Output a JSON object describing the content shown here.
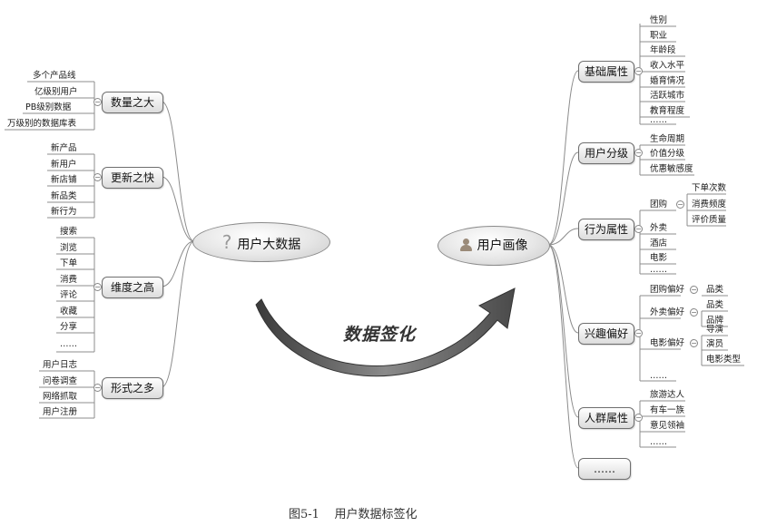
{
  "left_center": {
    "label": "用户大数据",
    "icon": "question-mark-icon"
  },
  "right_center": {
    "label": "用户画像",
    "icon": "user-silhouette-icon"
  },
  "banner": "数据签化",
  "caption": "图5-1    用户数据标签化",
  "left_branches": [
    {
      "label": "数量之大",
      "leaves": [
        "多个产品线",
        "亿级别用户",
        "PB级别数据",
        "万级别的数据库表"
      ]
    },
    {
      "label": "更新之快",
      "leaves": [
        "新产品",
        "新用户",
        "新店铺",
        "新品类",
        "新行为"
      ]
    },
    {
      "label": "维度之高",
      "leaves": [
        "搜索",
        "浏览",
        "下单",
        "消费",
        "评论",
        "收藏",
        "分享",
        "……"
      ]
    },
    {
      "label": "形式之多",
      "leaves": [
        "用户日志",
        "问卷调查",
        "网络抓取",
        "用户注册"
      ]
    }
  ],
  "right_branches": [
    {
      "label": "基础属性",
      "leaves": [
        "性别",
        "职业",
        "年龄段",
        "收入水平",
        "婚育情况",
        "活跃城市",
        "教育程度",
        "……"
      ]
    },
    {
      "label": "用户分级",
      "leaves": [
        "生命周期",
        "价值分级",
        "优惠敏感度"
      ]
    },
    {
      "label": "行为属性",
      "sub": {
        "label": "团购",
        "leaves": [
          "下单次数",
          "消费频度",
          "评价质量"
        ]
      },
      "leaves": [
        "外卖",
        "酒店",
        "电影",
        "……"
      ]
    },
    {
      "label": "兴趣偏好",
      "subs": [
        {
          "label": "团购偏好",
          "leaves": [
            "品类"
          ]
        },
        {
          "label": "外卖偏好",
          "leaves": [
            "品类",
            "品牌"
          ]
        },
        {
          "label": "电影偏好",
          "leaves": [
            "导演",
            "演员",
            "电影类型"
          ]
        }
      ],
      "leaves": [
        "……"
      ]
    },
    {
      "label": "人群属性",
      "leaves": [
        "旅游达人",
        "有车一族",
        "意见领袖",
        "……"
      ]
    },
    {
      "label": "……"
    }
  ]
}
